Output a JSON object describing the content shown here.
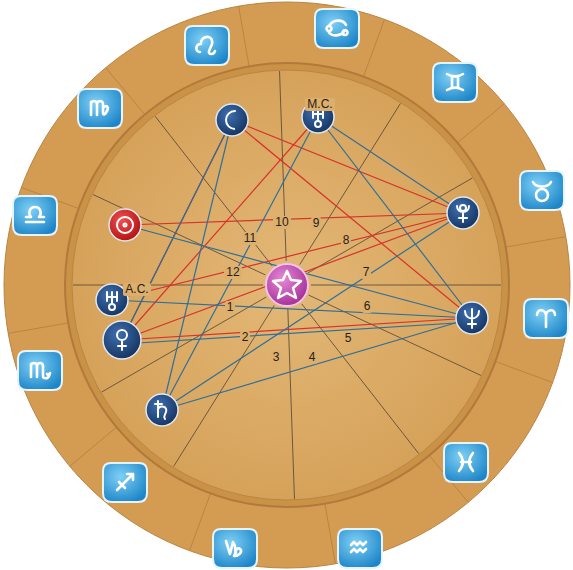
{
  "diagram": {
    "labels": [
      "M.C.",
      "10",
      "9",
      "11",
      "8",
      "12",
      "A.C.",
      "7",
      "1",
      "6",
      "2",
      "5",
      "3",
      "4"
    ]
  }
}
